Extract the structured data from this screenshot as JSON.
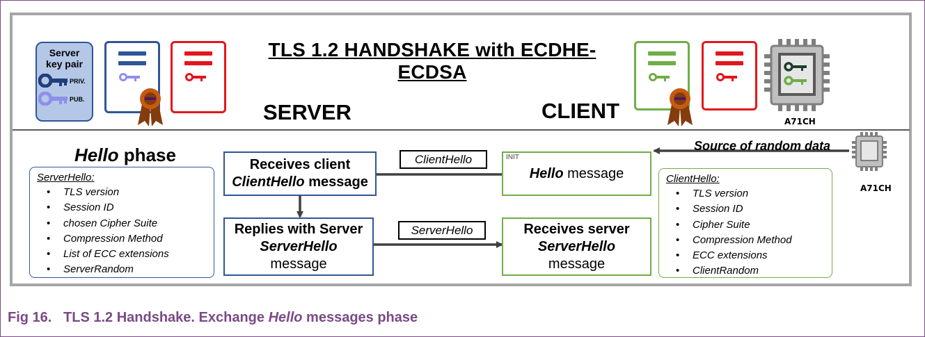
{
  "title": "TLS 1.2 HANDSHAKE with ECDHE-ECDSA",
  "server_label": "SERVER",
  "client_label": "CLIENT",
  "server_keypair": {
    "line1": "Server",
    "line2": "key pair",
    "priv": "PRIV.",
    "pub": "PUB."
  },
  "chip_label": "A71CH",
  "source_random": "Source of random data",
  "hello_phase": {
    "italic": "Hello",
    "rest": " phase"
  },
  "server_list": {
    "header": "ServerHello:",
    "items": [
      "TLS version",
      "Session ID",
      "chosen Cipher Suite",
      "Compression Method",
      "List of ECC extensions",
      "ServerRandom"
    ]
  },
  "client_list": {
    "header": "ClientHello:",
    "items": [
      "TLS version",
      "Session ID",
      "Cipher Suite",
      "Compression Method",
      "ECC extensions",
      "ClientRandom"
    ]
  },
  "box_receives_client": {
    "line1": "Receives client",
    "line2_italic": "ClientHello",
    "line2_rest": " message"
  },
  "box_replies": {
    "line1": "Replies with Server",
    "line2_italic": "ServerHello",
    "line3": "message"
  },
  "box_hello_msg": {
    "init": "INIT",
    "italic": "Hello",
    "rest": " message"
  },
  "box_receives_server": {
    "line1": "Receives server",
    "line2_italic": "ServerHello",
    "line3": "message"
  },
  "tag_clienthello": "ClientHello",
  "tag_serverhello": "ServerHello",
  "caption": {
    "prefix": "Fig 16.   TLS 1.2 Handshake. Exchange ",
    "italic": "Hello",
    "suffix": " messages phase"
  },
  "colors": {
    "blue": "#2f5597",
    "green": "#70ad47",
    "red": "#e3161b",
    "gray": "#7f7f7f",
    "caption": "#7a4a86"
  }
}
